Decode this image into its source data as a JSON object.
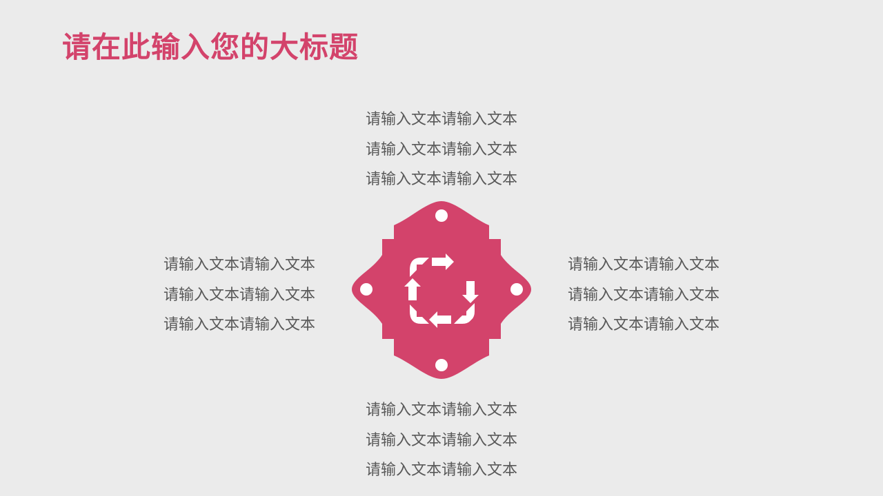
{
  "title": "请在此输入您的大标题",
  "colors": {
    "background": "#EBEBEB",
    "accent": "#D3436B",
    "text": "#595959",
    "icon": "#FFFFFF"
  },
  "emblem": {
    "icon": "recycle-arrows-icon"
  },
  "blocks": {
    "top": [
      "请输入文本请输入文本",
      "请输入文本请输入文本",
      "请输入文本请输入文本"
    ],
    "left": [
      "请输入文本请输入文本",
      "请输入文本请输入文本",
      "请输入文本请输入文本"
    ],
    "right": [
      "请输入文本请输入文本",
      "请输入文本请输入文本",
      "请输入文本请输入文本"
    ],
    "bottom": [
      "请输入文本请输入文本",
      "请输入文本请输入文本",
      "请输入文本请输入文本"
    ]
  }
}
